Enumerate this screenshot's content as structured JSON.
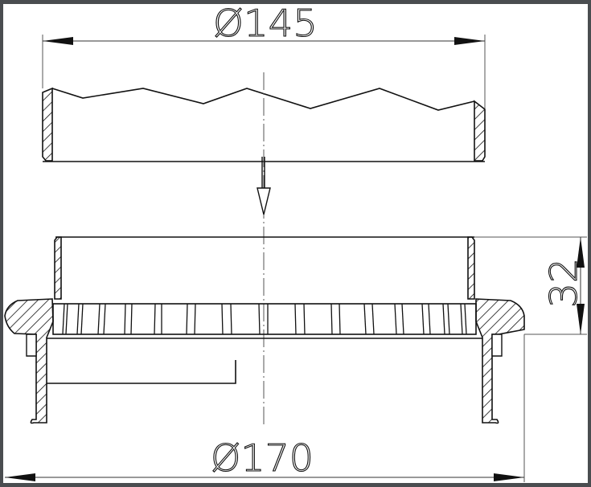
{
  "drawing": {
    "type": "technical section drawing",
    "dimensions": {
      "top_diameter": "Ø145",
      "bottom_diameter": "Ø170",
      "height": "32"
    },
    "colors": {
      "background": "#ffffff",
      "frame": "#4a4d50",
      "line": "#111111",
      "dim_line": "#555555"
    }
  }
}
